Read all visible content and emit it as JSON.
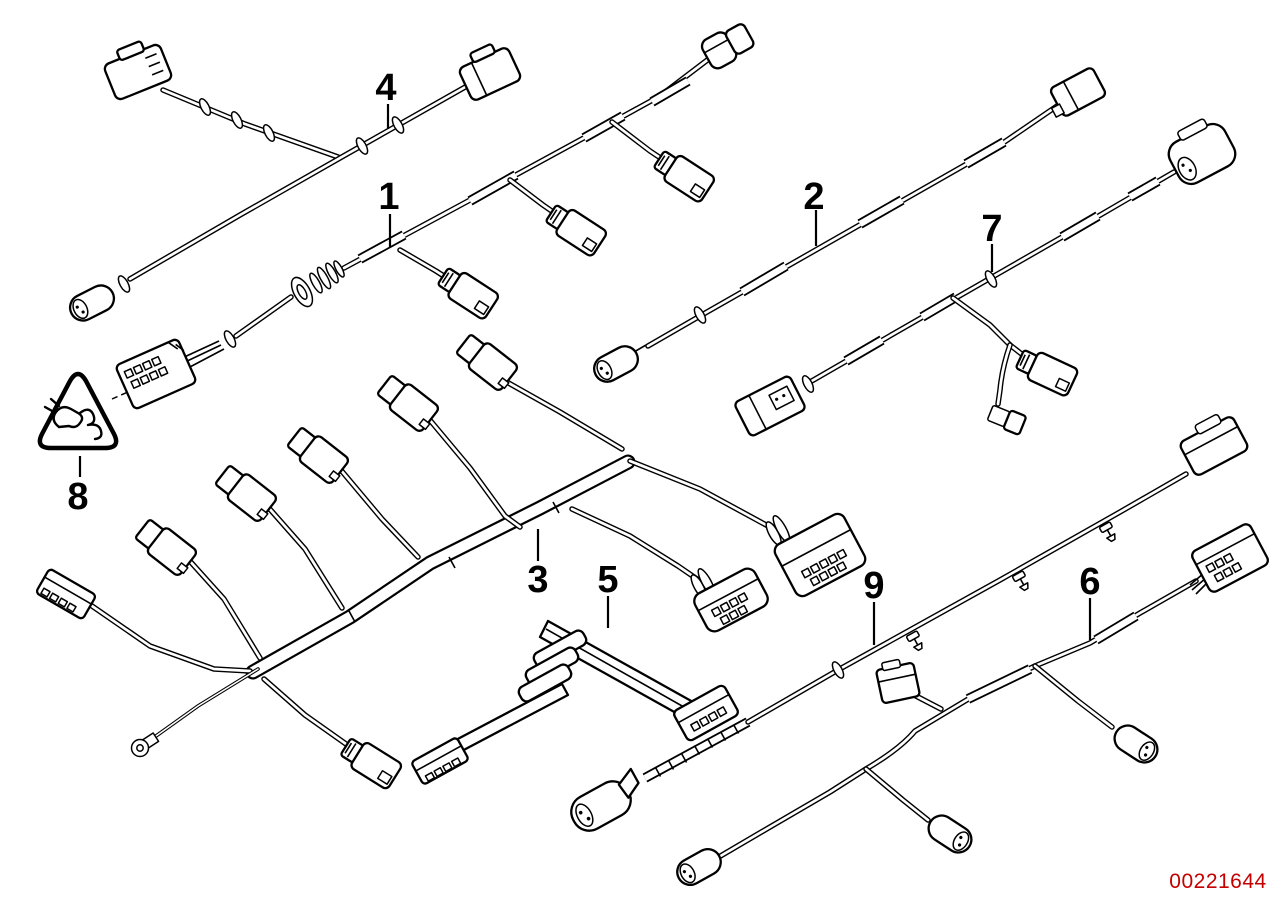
{
  "diagram": {
    "background_color": "#ffffff",
    "line_color": "#000000",
    "image_code": "00221644",
    "image_code_color": "#c40000",
    "warning_icon": "connector-plug-warning-triangle-icon",
    "callouts": [
      {
        "label": "1"
      },
      {
        "label": "2"
      },
      {
        "label": "3"
      },
      {
        "label": "4"
      },
      {
        "label": "5"
      },
      {
        "label": "6"
      },
      {
        "label": "7"
      },
      {
        "label": "8"
      },
      {
        "label": "9"
      }
    ]
  }
}
